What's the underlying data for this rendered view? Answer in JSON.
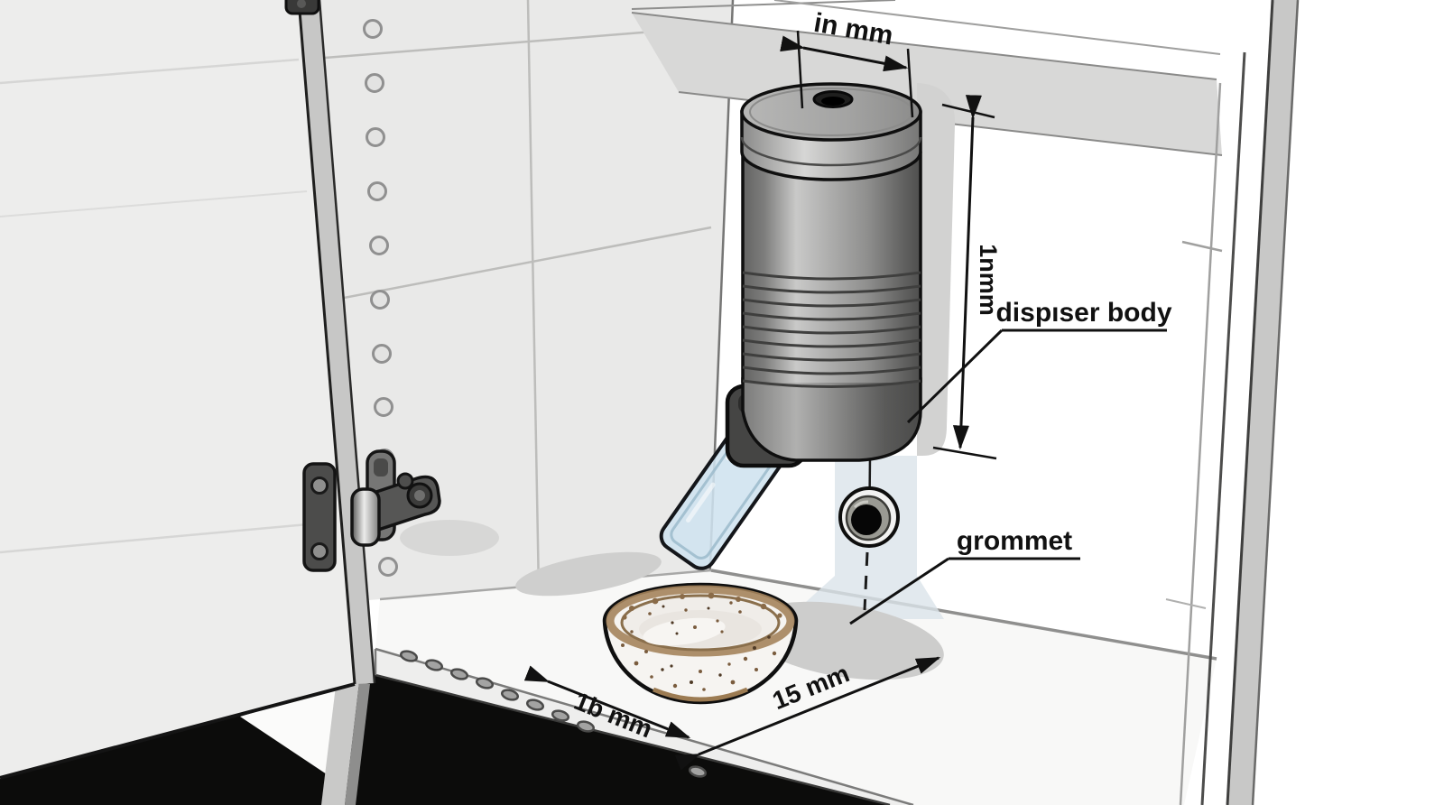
{
  "scene": {
    "title": "under-cabinet dispenser installation diagram",
    "view": "isometric cutaway of cabinet interior with open door"
  },
  "labels": {
    "top_width_dim": "in mm",
    "height_dim": "1nmm",
    "dispenser_body": "dispıser body",
    "grommet": "grommet",
    "shelf_left_dim": "1b mm",
    "shelf_right_dim": "15 mm"
  },
  "colors": {
    "background": "#ffffff",
    "wall": "#e9e9e8",
    "tile_line": "#bdbdbb",
    "door": "#ededec",
    "door_edge": "#c7c7c6",
    "shelf": "#f8f8f7",
    "void": "#0c0c0b",
    "dispenser_dark": "#5f5f5e",
    "dispenser_light": "#c9c9c8",
    "chute": "#cfe3ef",
    "bowl": "#f6f4f1",
    "bowl_rim": "#a5845c",
    "shadow": "#d2d2d1",
    "shadow_blue": "#dbe3ea",
    "annotation": "#111111"
  }
}
